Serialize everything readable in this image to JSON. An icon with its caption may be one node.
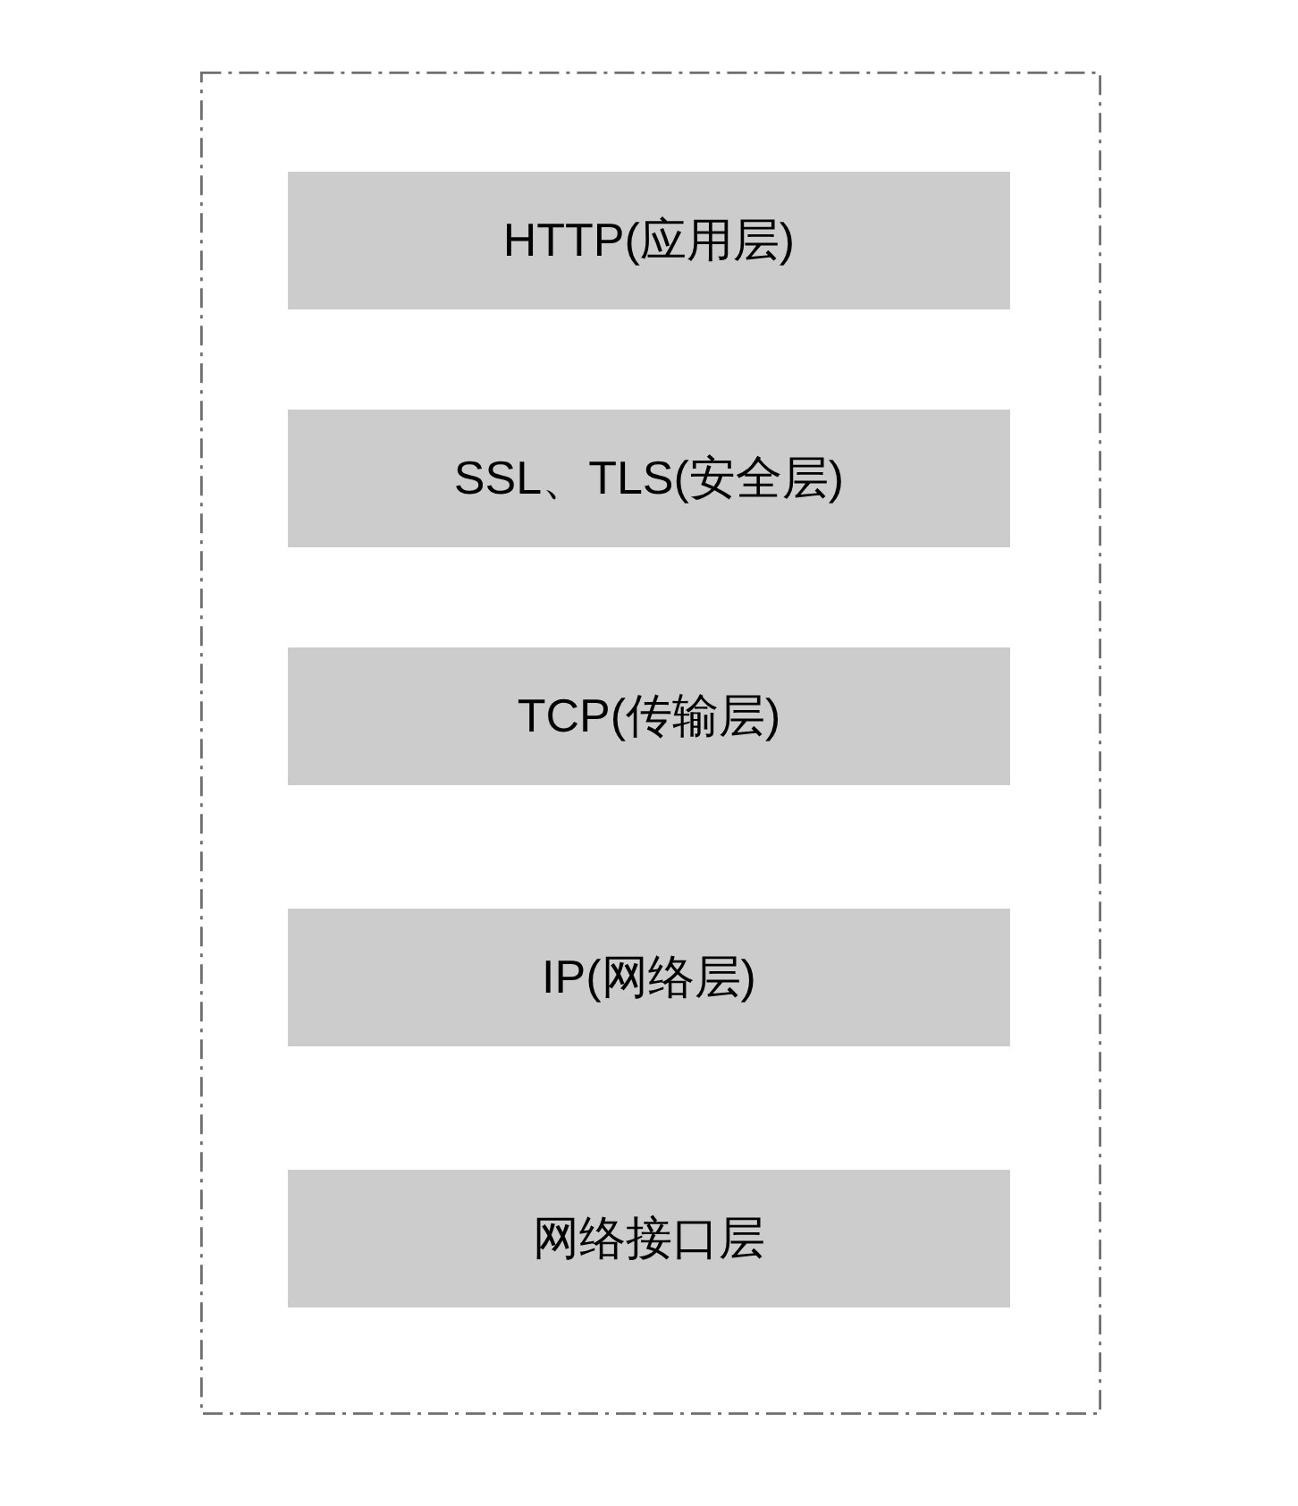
{
  "diagram": {
    "nodes": [
      {
        "text": [],
        "shape": "box"
      },
      {
        "text": [
          "HTTP(应用层)"
        ],
        "in": 0
      },
      {
        "text": [
          "SSL、TLS(安全层)"
        ],
        "in": 0
      },
      {
        "text": [
          "TCP(传输层)"
        ],
        "in": 0
      },
      {
        "text": [
          "IP(网络层)"
        ],
        "in": 0
      },
      {
        "text": [
          "网络接口层"
        ],
        "in": 0
      }
    ]
  }
}
